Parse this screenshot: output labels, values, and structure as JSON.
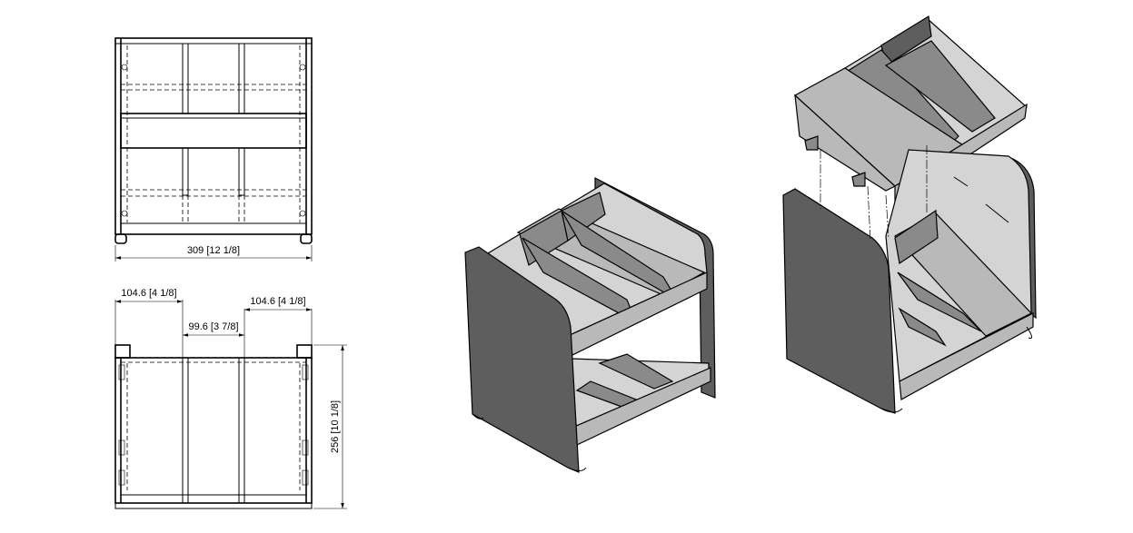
{
  "dimensions": {
    "front_width": "309 [12 1/8]",
    "left_bay": "104.6 [4 1/8]",
    "middle_bay": "99.6 [3 7/8]",
    "right_bay": "104.6 [4 1/8]",
    "depth": "256 [10 1/8]"
  },
  "colors": {
    "panel_dark": "#5e5e5e",
    "shelf_light": "#b9b9b9",
    "divider_mid": "#8a8a8a"
  }
}
